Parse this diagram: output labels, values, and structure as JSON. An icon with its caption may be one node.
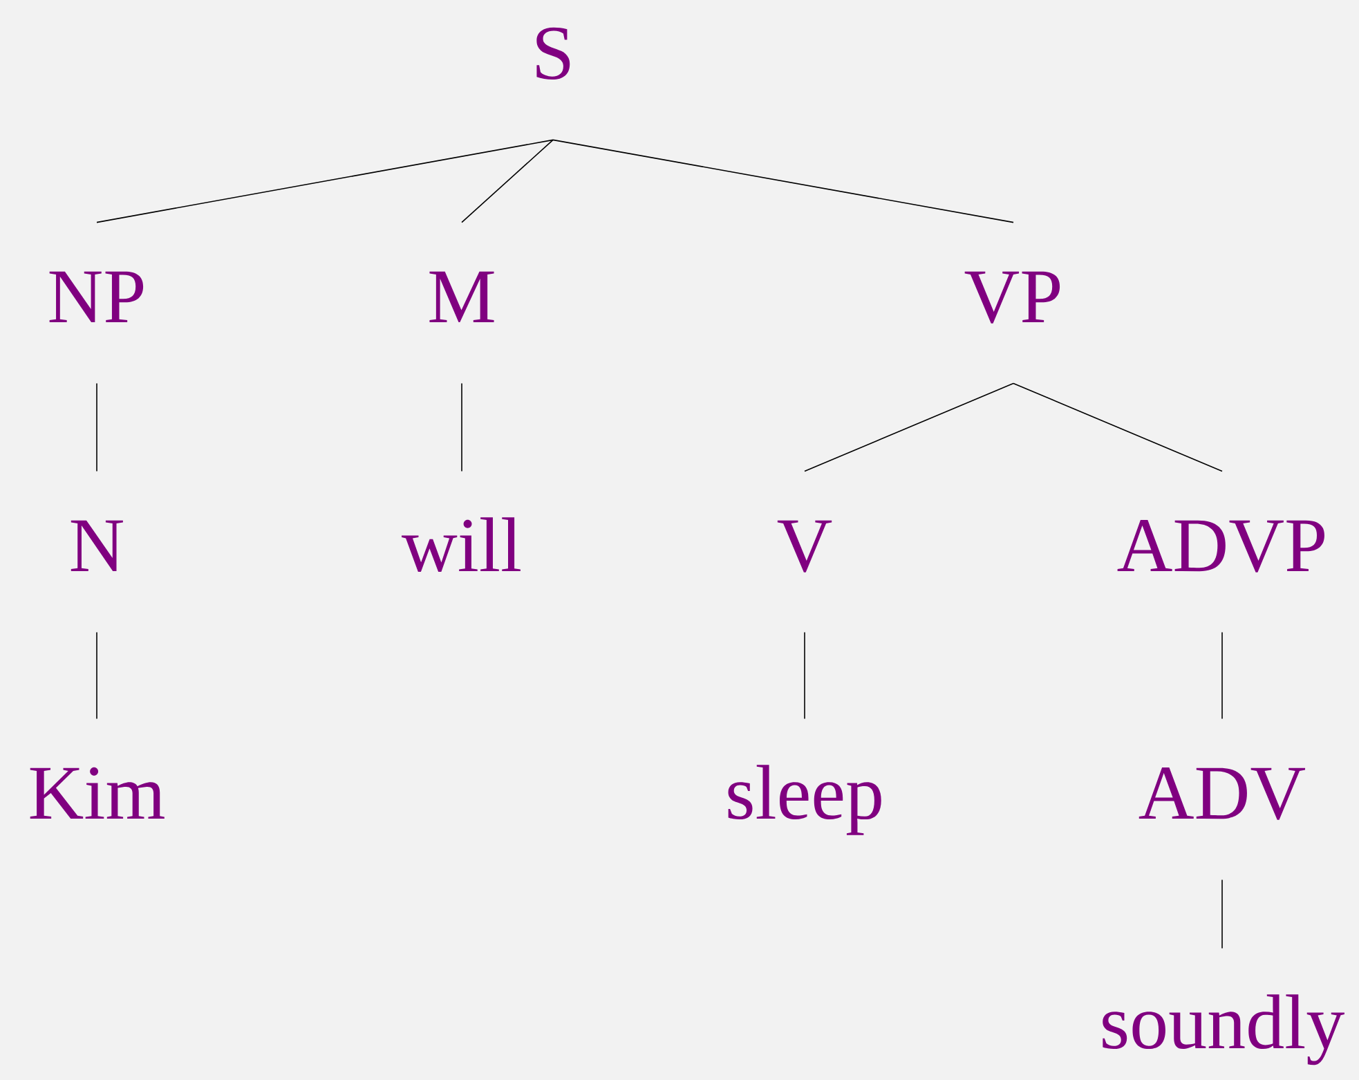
{
  "diagram": {
    "nodes": [
      {
        "text": [
          "S"
        ]
      },
      {
        "text": [
          "NP"
        ]
      },
      {
        "text": [
          "M"
        ]
      },
      {
        "text": [
          "VP"
        ]
      },
      {
        "text": [
          "N"
        ]
      },
      {
        "text": [
          "will"
        ]
      },
      {
        "text": [
          "V"
        ]
      },
      {
        "text": [
          "ADVP"
        ]
      },
      {
        "text": [
          "Kim"
        ]
      },
      {
        "text": [
          "sleep"
        ]
      },
      {
        "text": [
          "ADV"
        ]
      },
      {
        "text": [
          "soundly"
        ]
      }
    ],
    "edges": [
      {
        "from": 0,
        "to": 1,
        "arrow": "none"
      },
      {
        "from": 0,
        "to": 2,
        "arrow": "none"
      },
      {
        "from": 0,
        "to": 3,
        "arrow": "none"
      },
      {
        "from": 1,
        "to": 4,
        "arrow": "none"
      },
      {
        "from": 2,
        "to": 5,
        "arrow": "none"
      },
      {
        "from": 3,
        "to": 6,
        "arrow": "none"
      },
      {
        "from": 3,
        "to": 7,
        "arrow": "none"
      },
      {
        "from": 4,
        "to": 8,
        "arrow": "none"
      },
      {
        "from": 6,
        "to": 9,
        "arrow": "none"
      },
      {
        "from": 7,
        "to": 10,
        "arrow": "none"
      },
      {
        "from": 10,
        "to": 11,
        "arrow": "none"
      }
    ]
  }
}
